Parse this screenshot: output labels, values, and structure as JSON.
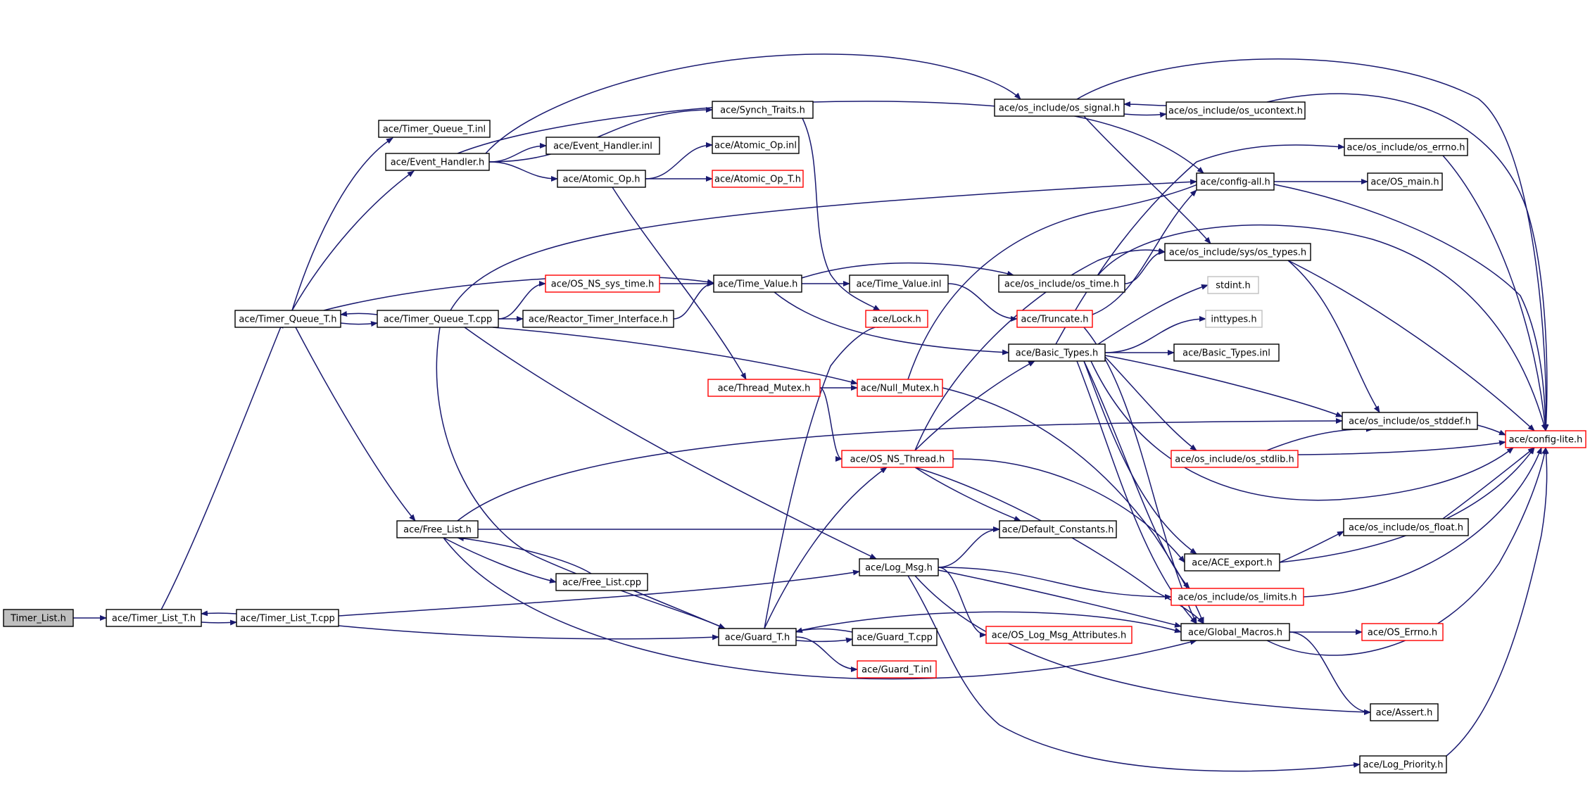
{
  "nodes": [
    {
      "id": "timer_list_h",
      "label": "Timer_List.h",
      "style": "root"
    },
    {
      "id": "timer_list_t_h",
      "label": "ace/Timer_List_T.h",
      "style": "black"
    },
    {
      "id": "timer_list_t_cpp",
      "label": "ace/Timer_List_T.cpp",
      "style": "black"
    },
    {
      "id": "timer_queue_t_h",
      "label": "ace/Timer_Queue_T.h",
      "style": "black"
    },
    {
      "id": "timer_queue_t_inl",
      "label": "ace/Timer_Queue_T.inl",
      "style": "black"
    },
    {
      "id": "event_handler_h",
      "label": "ace/Event_Handler.h",
      "style": "black"
    },
    {
      "id": "timer_queue_t_cpp",
      "label": "ace/Timer_Queue_T.cpp",
      "style": "black"
    },
    {
      "id": "free_list_h",
      "label": "ace/Free_List.h",
      "style": "black"
    },
    {
      "id": "free_list_cpp",
      "label": "ace/Free_List.cpp",
      "style": "black"
    },
    {
      "id": "synch_traits_h",
      "label": "ace/Synch_Traits.h",
      "style": "black"
    },
    {
      "id": "event_handler_inl",
      "label": "ace/Event_Handler.inl",
      "style": "black"
    },
    {
      "id": "atomic_op_h",
      "label": "ace/Atomic_Op.h",
      "style": "black"
    },
    {
      "id": "atomic_op_inl",
      "label": "ace/Atomic_Op.inl",
      "style": "black"
    },
    {
      "id": "atomic_op_t_h",
      "label": "ace/Atomic_Op_T.h",
      "style": "red"
    },
    {
      "id": "os_ns_sys_time_h",
      "label": "ace/OS_NS_sys_time.h",
      "style": "red"
    },
    {
      "id": "time_value_h",
      "label": "ace/Time_Value.h",
      "style": "black"
    },
    {
      "id": "time_value_inl",
      "label": "ace/Time_Value.inl",
      "style": "black"
    },
    {
      "id": "reactor_timer_interface_h",
      "label": "ace/Reactor_Timer_Interface.h",
      "style": "black"
    },
    {
      "id": "lock_h",
      "label": "ace/Lock.h",
      "style": "red"
    },
    {
      "id": "thread_mutex_h",
      "label": "ace/Thread_Mutex.h",
      "style": "red"
    },
    {
      "id": "null_mutex_h",
      "label": "ace/Null_Mutex.h",
      "style": "red"
    },
    {
      "id": "os_ns_thread_h",
      "label": "ace/OS_NS_Thread.h",
      "style": "red"
    },
    {
      "id": "log_msg_h",
      "label": "ace/Log_Msg.h",
      "style": "black"
    },
    {
      "id": "guard_t_h",
      "label": "ace/Guard_T.h",
      "style": "black"
    },
    {
      "id": "guard_t_cpp",
      "label": "ace/Guard_T.cpp",
      "style": "black"
    },
    {
      "id": "guard_t_inl",
      "label": "ace/Guard_T.inl",
      "style": "red"
    },
    {
      "id": "os_log_msg_attributes_h",
      "label": "ace/OS_Log_Msg_Attributes.h",
      "style": "red"
    },
    {
      "id": "os_signal_h",
      "label": "ace/os_include/os_signal.h",
      "style": "black"
    },
    {
      "id": "os_ucontext_h",
      "label": "ace/os_include/os_ucontext.h",
      "style": "black"
    },
    {
      "id": "os_errno_h",
      "label": "ace/os_include/os_errno.h",
      "style": "black"
    },
    {
      "id": "config_all_h",
      "label": "ace/config-all.h",
      "style": "black"
    },
    {
      "id": "os_main_h",
      "label": "ace/OS_main.h",
      "style": "black"
    },
    {
      "id": "os_types_h",
      "label": "ace/os_include/sys/os_types.h",
      "style": "black"
    },
    {
      "id": "os_time_h",
      "label": "ace/os_include/os_time.h",
      "style": "black"
    },
    {
      "id": "stdint_h",
      "label": "stdint.h",
      "style": "gray"
    },
    {
      "id": "inttypes_h",
      "label": "inttypes.h",
      "style": "gray"
    },
    {
      "id": "truncate_h",
      "label": "ace/Truncate.h",
      "style": "red"
    },
    {
      "id": "basic_types_h",
      "label": "ace/Basic_Types.h",
      "style": "black"
    },
    {
      "id": "basic_types_inl",
      "label": "ace/Basic_Types.inl",
      "style": "black"
    },
    {
      "id": "os_stddef_h",
      "label": "ace/os_include/os_stddef.h",
      "style": "black"
    },
    {
      "id": "os_stdlib_h",
      "label": "ace/os_include/os_stdlib.h",
      "style": "red"
    },
    {
      "id": "config_lite_h",
      "label": "ace/config-lite.h",
      "style": "red"
    },
    {
      "id": "default_constants_h",
      "label": "ace/Default_Constants.h",
      "style": "black"
    },
    {
      "id": "os_float_h",
      "label": "ace/os_include/os_float.h",
      "style": "black"
    },
    {
      "id": "ace_export_h",
      "label": "ace/ACE_export.h",
      "style": "black"
    },
    {
      "id": "os_limits_h",
      "label": "ace/os_include/os_limits.h",
      "style": "red"
    },
    {
      "id": "global_macros_h",
      "label": "ace/Global_Macros.h",
      "style": "black"
    },
    {
      "id": "os_errno_cap_h",
      "label": "ace/OS_Errno.h",
      "style": "red"
    },
    {
      "id": "assert_h",
      "label": "ace/Assert.h",
      "style": "black"
    },
    {
      "id": "log_priority_h",
      "label": "ace/Log_Priority.h",
      "style": "black"
    }
  ],
  "edges": [
    [
      "timer_list_h",
      "timer_list_t_h"
    ],
    [
      "timer_list_t_h",
      "timer_queue_t_h"
    ],
    [
      "timer_list_t_h",
      "timer_list_t_cpp"
    ],
    [
      "timer_list_t_cpp",
      "timer_list_t_h"
    ],
    [
      "timer_list_t_cpp",
      "log_msg_h"
    ],
    [
      "timer_list_t_cpp",
      "guard_t_h"
    ],
    [
      "timer_queue_t_h",
      "timer_queue_t_inl"
    ],
    [
      "timer_queue_t_h",
      "event_handler_h"
    ],
    [
      "timer_queue_t_h",
      "time_value_h"
    ],
    [
      "timer_queue_t_h",
      "timer_queue_t_cpp"
    ],
    [
      "timer_queue_t_h",
      "free_list_h"
    ],
    [
      "timer_queue_t_cpp",
      "timer_queue_t_h"
    ],
    [
      "timer_queue_t_cpp",
      "os_ns_sys_time_h"
    ],
    [
      "timer_queue_t_cpp",
      "reactor_timer_interface_h"
    ],
    [
      "timer_queue_t_cpp",
      "null_mutex_h"
    ],
    [
      "timer_queue_t_cpp",
      "config_all_h"
    ],
    [
      "timer_queue_t_cpp",
      "log_msg_h"
    ],
    [
      "timer_queue_t_cpp",
      "guard_t_h"
    ],
    [
      "event_handler_h",
      "synch_traits_h"
    ],
    [
      "event_handler_h",
      "event_handler_inl"
    ],
    [
      "event_handler_h",
      "atomic_op_h"
    ],
    [
      "event_handler_h",
      "os_signal_h"
    ],
    [
      "event_handler_h",
      "config_all_h"
    ],
    [
      "atomic_op_h",
      "atomic_op_inl"
    ],
    [
      "atomic_op_h",
      "atomic_op_t_h"
    ],
    [
      "atomic_op_h",
      "thread_mutex_h"
    ],
    [
      "synch_traits_h",
      "lock_h"
    ],
    [
      "os_ns_sys_time_h",
      "time_value_h"
    ],
    [
      "reactor_timer_interface_h",
      "time_value_h"
    ],
    [
      "time_value_h",
      "time_value_inl"
    ],
    [
      "time_value_h",
      "os_time_h"
    ],
    [
      "time_value_h",
      "basic_types_h"
    ],
    [
      "time_value_inl",
      "truncate_h"
    ],
    [
      "free_list_h",
      "free_list_cpp"
    ],
    [
      "free_list_h",
      "default_constants_h"
    ],
    [
      "free_list_h",
      "os_stddef_h"
    ],
    [
      "free_list_h",
      "global_macros_h"
    ],
    [
      "free_list_cpp",
      "free_list_h"
    ],
    [
      "free_list_cpp",
      "guard_t_h"
    ],
    [
      "thread_mutex_h",
      "null_mutex_h"
    ],
    [
      "thread_mutex_h",
      "os_ns_thread_h"
    ],
    [
      "null_mutex_h",
      "config_all_h"
    ],
    [
      "null_mutex_h",
      "global_macros_h"
    ],
    [
      "guard_t_h",
      "lock_h"
    ],
    [
      "guard_t_h",
      "os_ns_thread_h"
    ],
    [
      "guard_t_h",
      "guard_t_cpp"
    ],
    [
      "guard_t_h",
      "guard_t_inl"
    ],
    [
      "guard_t_h",
      "global_macros_h"
    ],
    [
      "guard_t_cpp",
      "guard_t_h"
    ],
    [
      "os_ns_thread_h",
      "basic_types_h"
    ],
    [
      "os_ns_thread_h",
      "default_constants_h"
    ],
    [
      "os_ns_thread_h",
      "global_macros_h"
    ],
    [
      "os_ns_thread_h",
      "ace_export_h"
    ],
    [
      "os_ns_thread_h",
      "os_types_h"
    ],
    [
      "log_msg_h",
      "default_constants_h"
    ],
    [
      "log_msg_h",
      "os_log_msg_attributes_h"
    ],
    [
      "log_msg_h",
      "os_limits_h"
    ],
    [
      "log_msg_h",
      "global_macros_h"
    ],
    [
      "log_msg_h",
      "assert_h"
    ],
    [
      "log_msg_h",
      "log_priority_h"
    ],
    [
      "os_signal_h",
      "os_ucontext_h"
    ],
    [
      "os_ucontext_h",
      "os_signal_h"
    ],
    [
      "os_signal_h",
      "config_lite_h"
    ],
    [
      "os_signal_h",
      "os_types_h"
    ],
    [
      "os_ucontext_h",
      "config_lite_h"
    ],
    [
      "os_errno_h",
      "config_lite_h"
    ],
    [
      "config_all_h",
      "os_main_h"
    ],
    [
      "config_all_h",
      "config_lite_h"
    ],
    [
      "os_types_h",
      "os_stddef_h"
    ],
    [
      "os_types_h",
      "config_lite_h"
    ],
    [
      "os_time_h",
      "os_types_h"
    ],
    [
      "os_time_h",
      "config_lite_h"
    ],
    [
      "truncate_h",
      "config_all_h"
    ],
    [
      "truncate_h",
      "global_macros_h"
    ],
    [
      "basic_types_h",
      "stdint_h"
    ],
    [
      "basic_types_h",
      "inttypes_h"
    ],
    [
      "basic_types_h",
      "basic_types_inl"
    ],
    [
      "basic_types_h",
      "os_stddef_h"
    ],
    [
      "basic_types_h",
      "os_stdlib_h"
    ],
    [
      "basic_types_h",
      "os_limits_h"
    ],
    [
      "basic_types_h",
      "ace_export_h"
    ],
    [
      "basic_types_h",
      "global_macros_h"
    ],
    [
      "basic_types_h",
      "config_lite_h"
    ],
    [
      "basic_types_h",
      "os_errno_h"
    ],
    [
      "os_stddef_h",
      "config_lite_h"
    ],
    [
      "os_stdlib_h",
      "os_stddef_h"
    ],
    [
      "os_stdlib_h",
      "config_lite_h"
    ],
    [
      "os_float_h",
      "config_lite_h"
    ],
    [
      "ace_export_h",
      "config_lite_h"
    ],
    [
      "ace_export_h",
      "os_float_h"
    ],
    [
      "os_limits_h",
      "config_lite_h"
    ],
    [
      "global_macros_h",
      "os_errno_cap_h"
    ],
    [
      "global_macros_h",
      "assert_h"
    ],
    [
      "global_macros_h",
      "config_lite_h"
    ],
    [
      "log_priority_h",
      "config_lite_h"
    ]
  ],
  "colors": {
    "edge": "#191970",
    "node_border": "#000000",
    "node_border_missing": "#ff0000",
    "node_border_external": "#c0c0c0",
    "root_fill": "#bfbfbf",
    "background": "#ffffff"
  }
}
